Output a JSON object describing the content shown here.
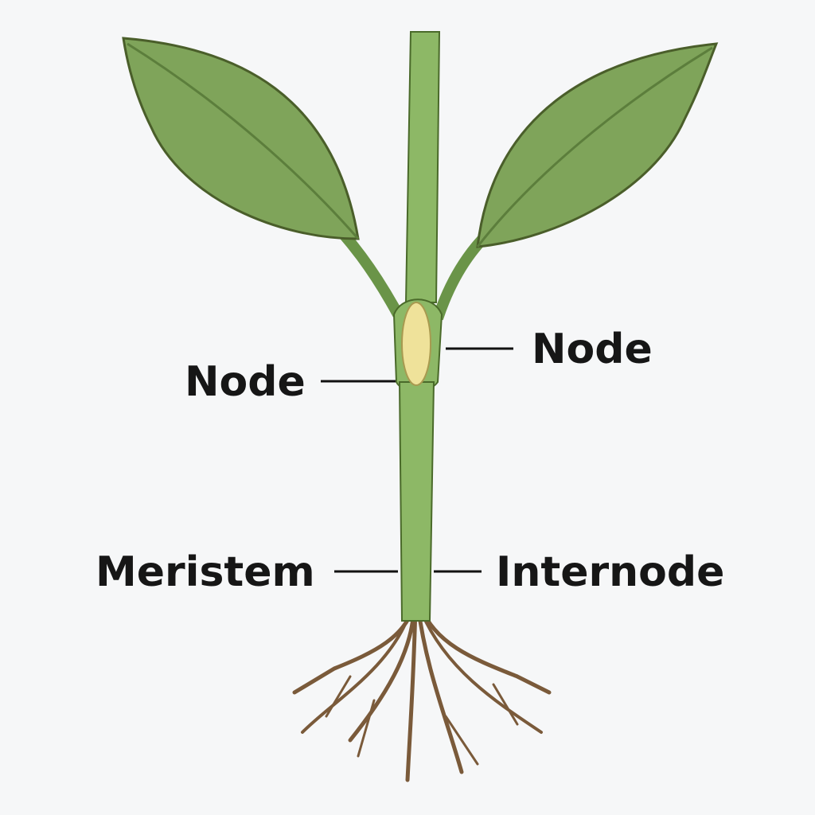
{
  "labels": {
    "node_left": "Node",
    "node_right": "Node",
    "meristem": "Meristem",
    "internode": "Internode"
  },
  "colors": {
    "leaf": "#7fa45a",
    "stem": "#8db866",
    "bud": "#efe29a",
    "root": "#7a5a3a",
    "background": "#f6f7f8"
  }
}
